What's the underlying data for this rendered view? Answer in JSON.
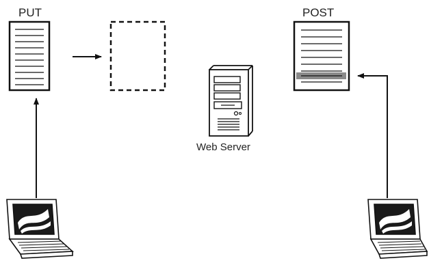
{
  "labels": {
    "put": "PUT",
    "post": "POST",
    "server": "Web Server"
  },
  "colors": {
    "stroke": "#111111",
    "highlight": "#8a8a8a",
    "screen": "#1a1a1a"
  }
}
